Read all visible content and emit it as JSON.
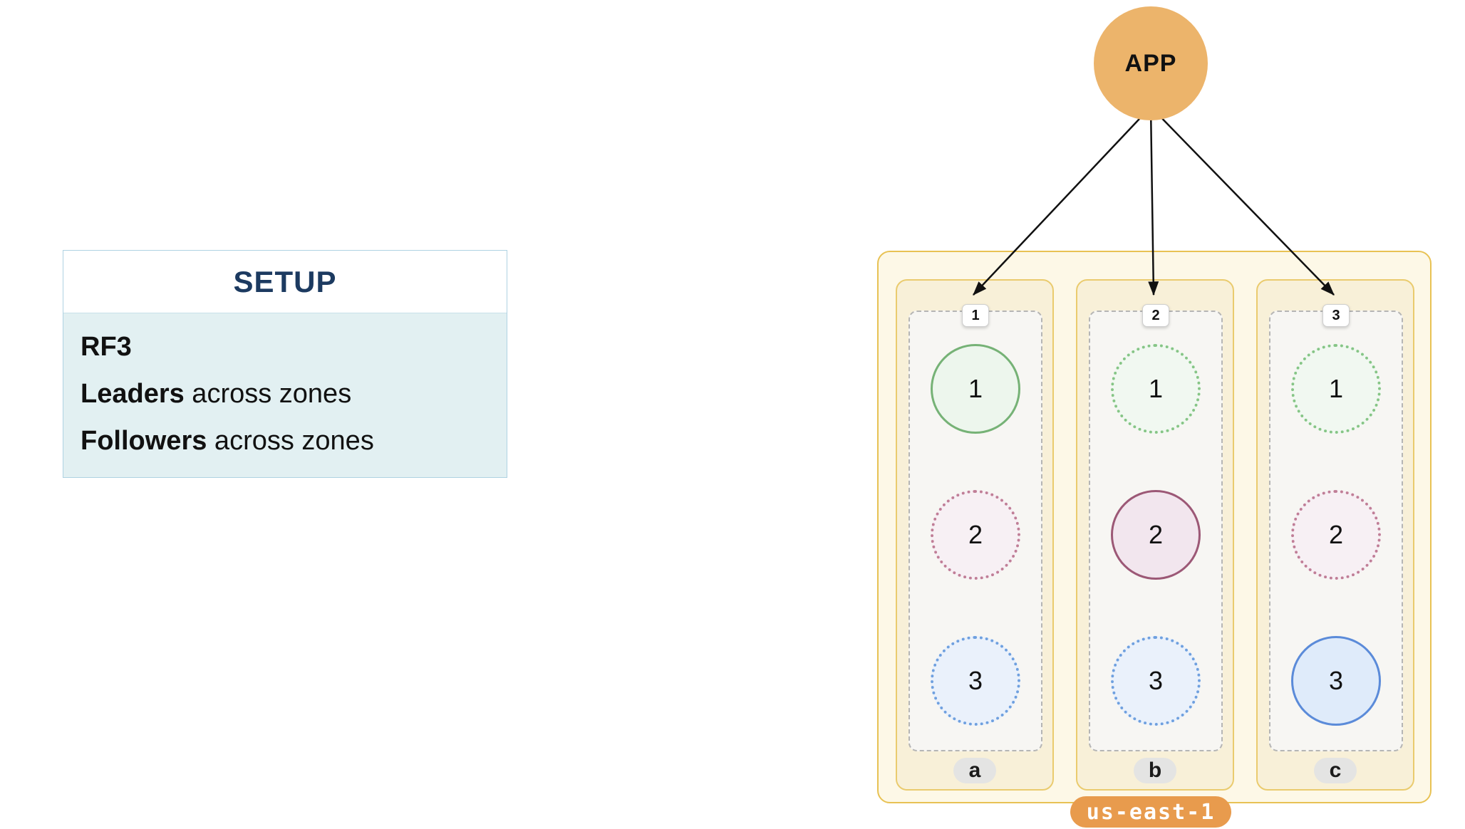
{
  "app": {
    "label": "APP"
  },
  "setup": {
    "title": "SETUP",
    "lines": [
      {
        "bold": "RF3",
        "rest": ""
      },
      {
        "bold": "Leaders",
        "rest": " across zones"
      },
      {
        "bold": "Followers",
        "rest": " across zones"
      }
    ]
  },
  "region": {
    "label": "us-east-1",
    "zones": [
      {
        "label": "a",
        "badge": "1",
        "nodes": [
          {
            "label": "1",
            "style": "green leader"
          },
          {
            "label": "2",
            "style": "pink follower"
          },
          {
            "label": "3",
            "style": "blue follower"
          }
        ]
      },
      {
        "label": "b",
        "badge": "2",
        "nodes": [
          {
            "label": "1",
            "style": "green follower"
          },
          {
            "label": "2",
            "style": "pink leader"
          },
          {
            "label": "3",
            "style": "blue follower"
          }
        ]
      },
      {
        "label": "c",
        "badge": "3",
        "nodes": [
          {
            "label": "1",
            "style": "green follower"
          },
          {
            "label": "2",
            "style": "pink follower"
          },
          {
            "label": "3",
            "style": "blue leader"
          }
        ]
      }
    ]
  },
  "colors": {
    "app_fill": "#ECB46B",
    "region_fill": "#FDF8E7",
    "region_border": "#E8C254",
    "zone_fill": "#F8F0D8",
    "zone_border": "#EACB6E",
    "leader_green": "#76B276",
    "leader_pink": "#9C5876",
    "leader_blue": "#5B8BD9",
    "region_pill_bg": "#E89B4D",
    "setup_title_color": "#1C3A60",
    "setup_body_bg": "#E2F0F2"
  }
}
